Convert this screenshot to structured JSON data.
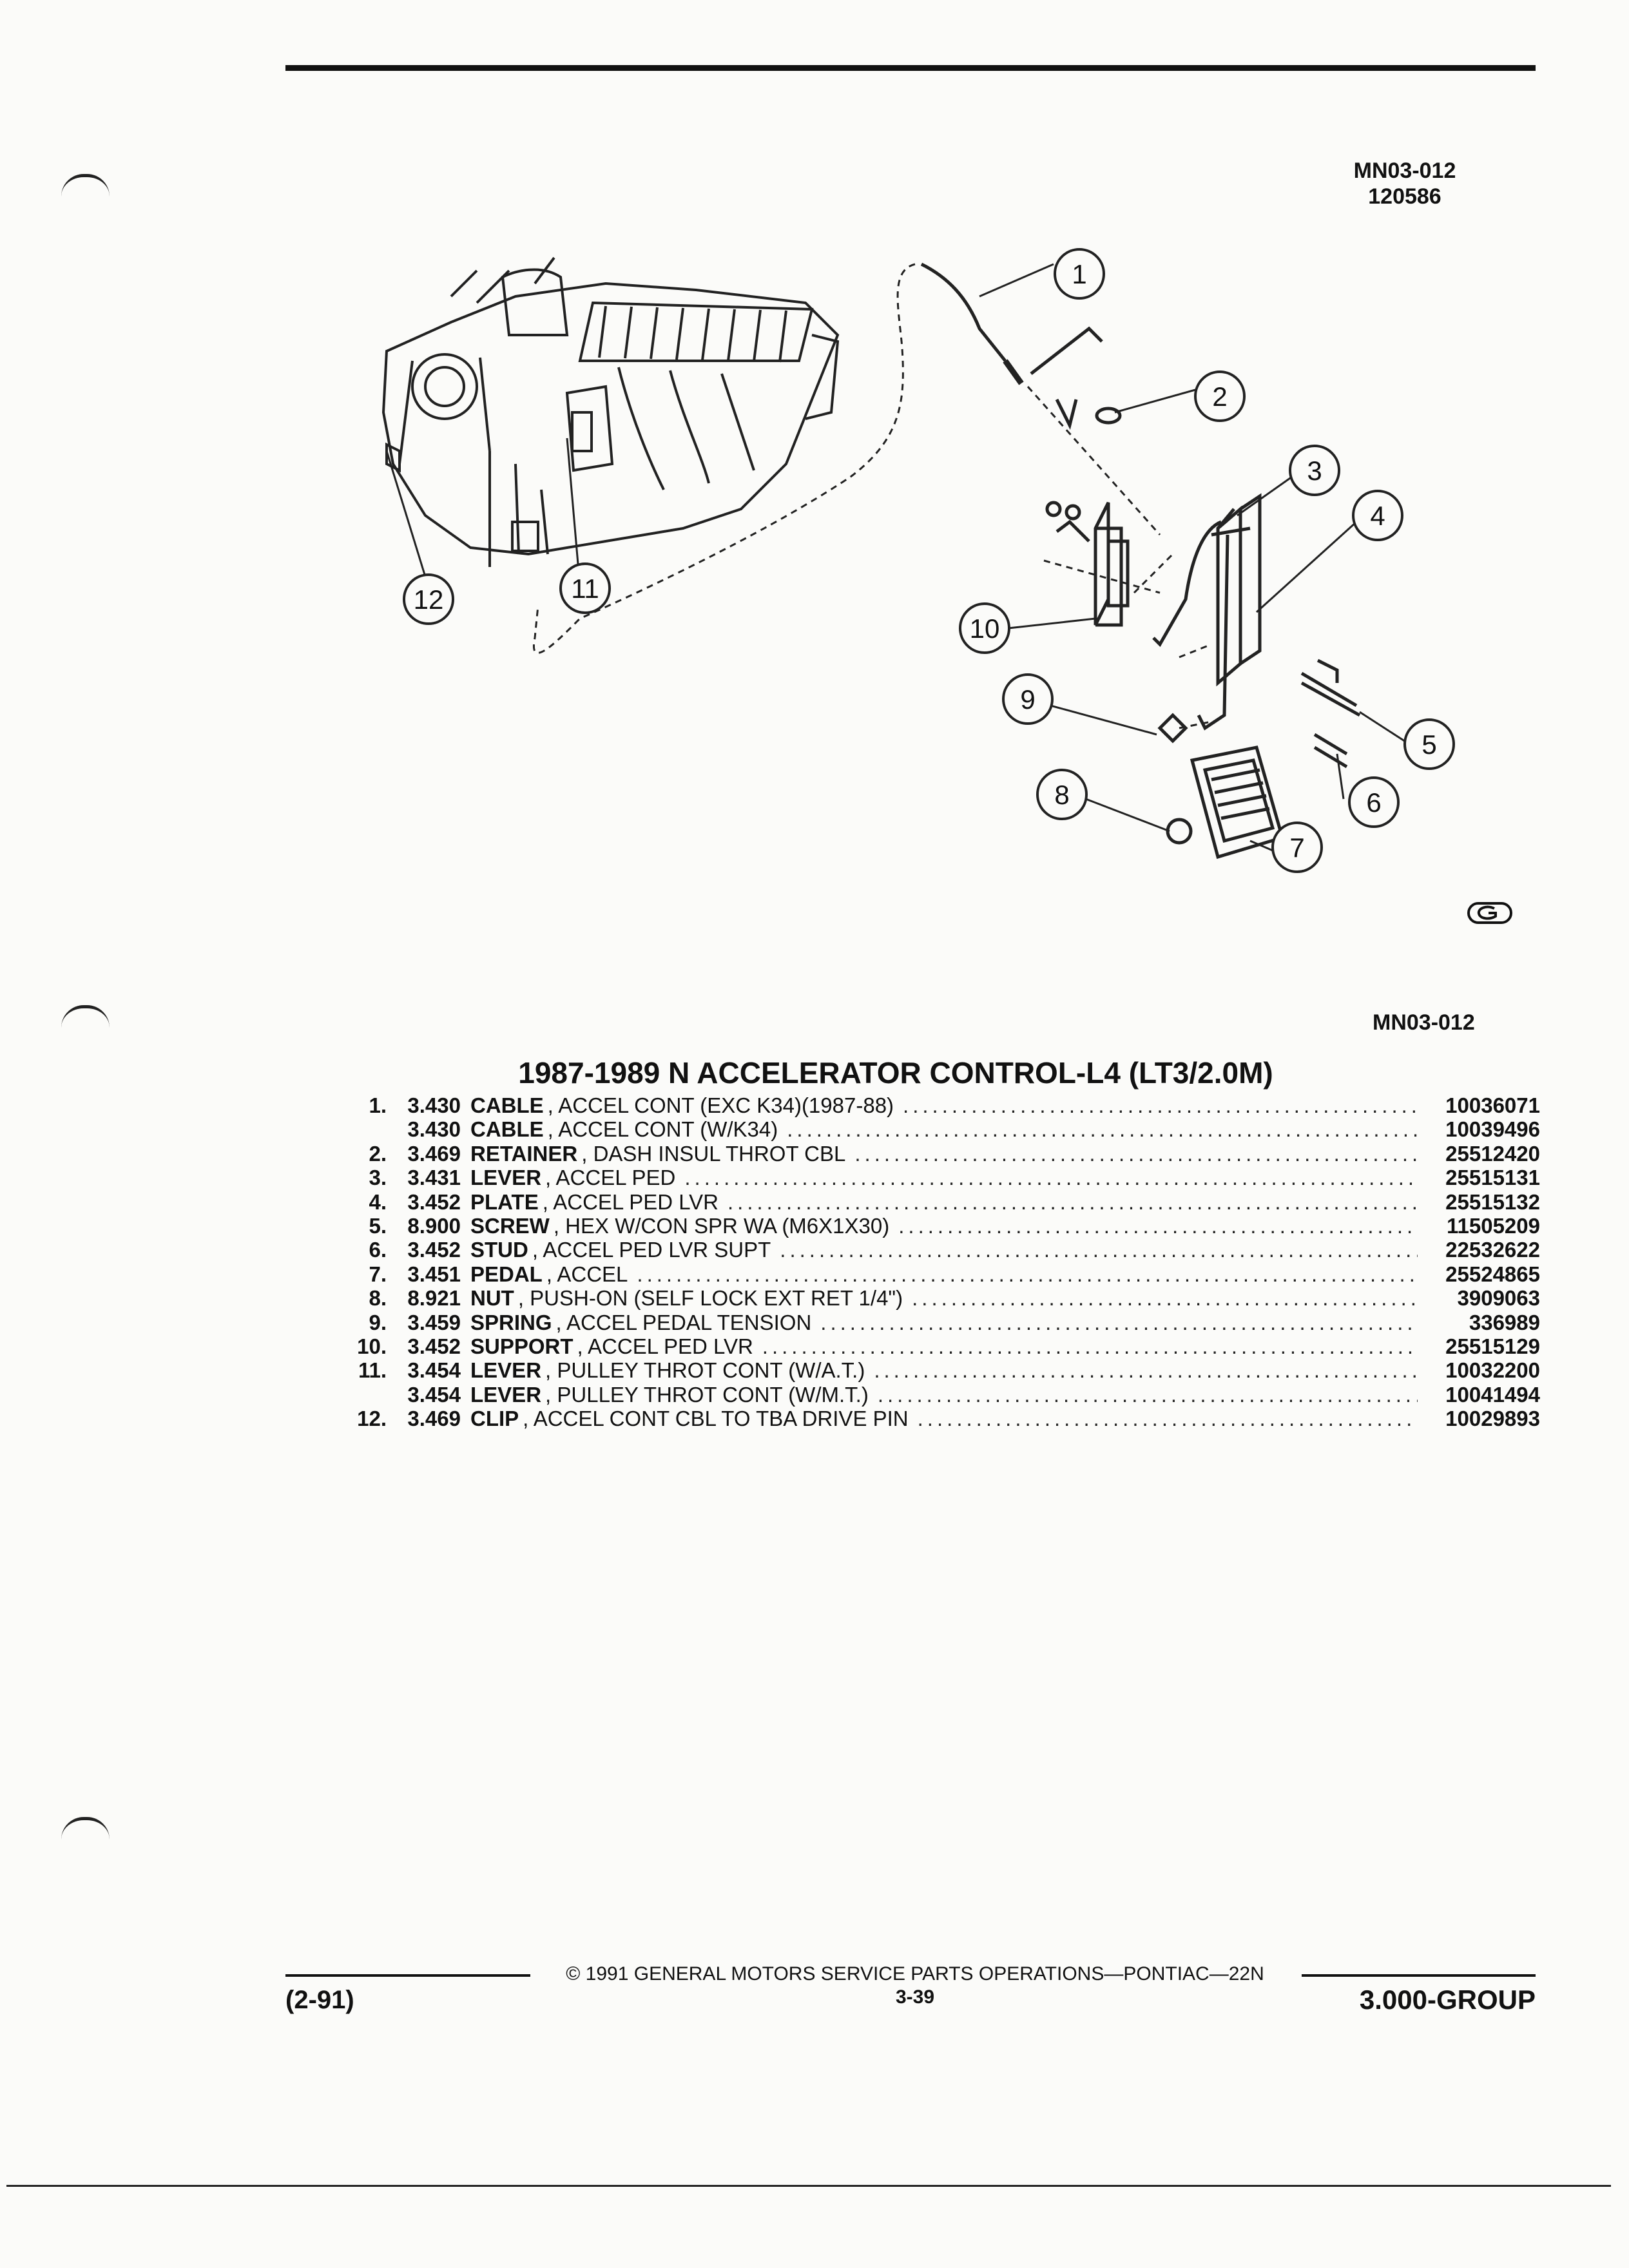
{
  "header": {
    "figure_code": "MN03-012",
    "date_code": "120586"
  },
  "figure": {
    "code": "MN03-012",
    "callouts": [
      "1",
      "2",
      "3",
      "4",
      "5",
      "6",
      "7",
      "8",
      "9",
      "10",
      "11",
      "12"
    ],
    "logo_icon": "gm-logo-icon"
  },
  "title": "1987-1989 N ACCELERATOR CONTROL-L4 (LT3/2.0M)",
  "parts": [
    {
      "num": "1.",
      "code": "3.430",
      "name": "CABLE",
      "desc": ", ACCEL CONT (EXC K34)(1987-88)",
      "part": "10036071"
    },
    {
      "num": "",
      "code": "3.430",
      "name": "CABLE",
      "desc": ", ACCEL CONT (W/K34)",
      "part": "10039496"
    },
    {
      "num": "2.",
      "code": "3.469",
      "name": "RETAINER",
      "desc": ", DASH INSUL THROT CBL",
      "part": "25512420"
    },
    {
      "num": "3.",
      "code": "3.431",
      "name": "LEVER",
      "desc": ", ACCEL PED",
      "part": "25515131"
    },
    {
      "num": "4.",
      "code": "3.452",
      "name": "PLATE",
      "desc": ", ACCEL PED LVR",
      "part": "25515132"
    },
    {
      "num": "5.",
      "code": "8.900",
      "name": "SCREW",
      "desc": ", HEX W/CON SPR WA (M6X1X30)",
      "part": "11505209"
    },
    {
      "num": "6.",
      "code": "3.452",
      "name": "STUD",
      "desc": ", ACCEL PED LVR SUPT",
      "part": "22532622"
    },
    {
      "num": "7.",
      "code": "3.451",
      "name": "PEDAL",
      "desc": ", ACCEL",
      "part": "25524865"
    },
    {
      "num": "8.",
      "code": "8.921",
      "name": "NUT",
      "desc": ", PUSH-ON (SELF LOCK EXT RET 1/4\")",
      "part": "3909063"
    },
    {
      "num": "9.",
      "code": "3.459",
      "name": "SPRING",
      "desc": ", ACCEL PEDAL TENSION",
      "part": "336989"
    },
    {
      "num": "10.",
      "code": "3.452",
      "name": "SUPPORT",
      "desc": ", ACCEL PED LVR",
      "part": "25515129"
    },
    {
      "num": "11.",
      "code": "3.454",
      "name": "LEVER",
      "desc": ", PULLEY THROT CONT (W/A.T.)",
      "part": "10032200"
    },
    {
      "num": "",
      "code": "3.454",
      "name": "LEVER",
      "desc": ", PULLEY THROT CONT (W/M.T.)",
      "part": "10041494"
    },
    {
      "num": "12.",
      "code": "3.469",
      "name": "CLIP",
      "desc": ", ACCEL CONT CBL TO TBA DRIVE PIN",
      "part": "10029893"
    }
  ],
  "footer": {
    "left": "(2-91)",
    "copyright": "© 1991 GENERAL MOTORS SERVICE PARTS OPERATIONS—PONTIAC—22N",
    "page": "3-39",
    "right": "3.000-GROUP"
  }
}
